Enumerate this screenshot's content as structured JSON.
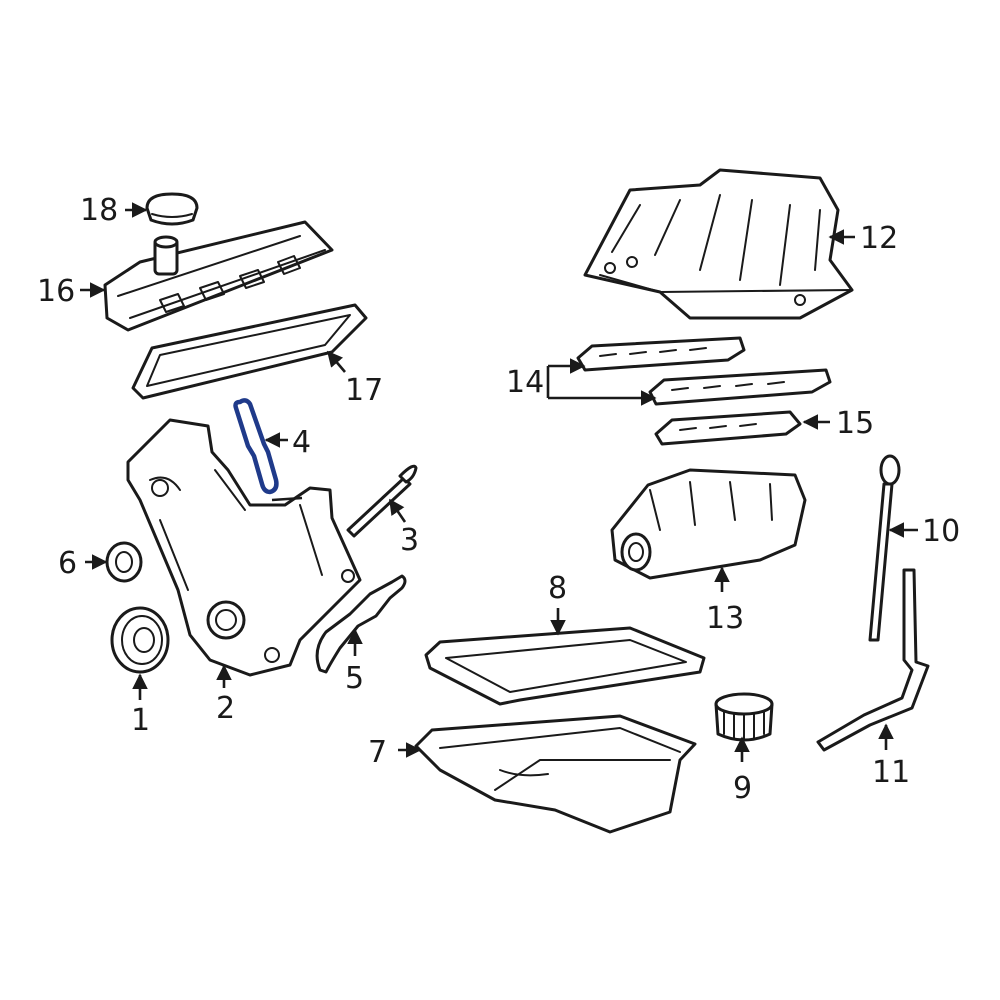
{
  "callouts": {
    "c1": "1",
    "c2": "2",
    "c3": "3",
    "c4": "4",
    "c5": "5",
    "c6": "6",
    "c7": "7",
    "c8": "8",
    "c9": "9",
    "c10": "10",
    "c11": "11",
    "c12": "12",
    "c13": "13",
    "c14": "14",
    "c15": "15",
    "c16": "16",
    "c17": "17",
    "c18": "18"
  },
  "highlight_color": "#1f3a8a"
}
